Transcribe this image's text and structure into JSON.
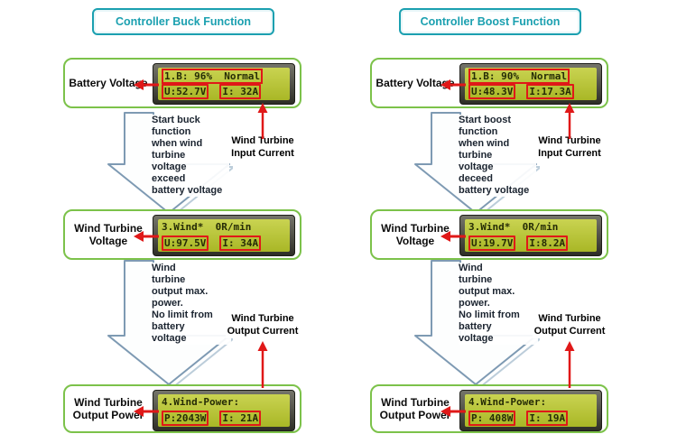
{
  "colors": {
    "teal": "#1ba0b0",
    "green": "#7cc24a",
    "red": "#e01818",
    "lcd-bg": "#b7c43a",
    "lcd-text": "#262c06",
    "arrow-stroke": "#7e9ab3",
    "arrow-shadow": "#bccdda",
    "note": "#1b2430"
  },
  "columns": [
    {
      "title": "Controller Buck Function",
      "panels": [
        {
          "label": "Battery Voltage",
          "lcd": {
            "line1": "1.B: 96%  Normal",
            "val1": "U:52.7V",
            "val2": "I: 32A"
          }
        },
        {
          "label": "Wind Turbine Voltage",
          "lcd": {
            "line1": "3.Wind*  0R/min",
            "val1": "U:97.5V",
            "val2": "I: 34A"
          }
        },
        {
          "label": "Wind Turbine Output Power",
          "lcd": {
            "line1": "4.Wind-Power:",
            "val1": "P:2043W",
            "val2": "I: 21A"
          }
        }
      ],
      "notes": {
        "arrow1": "Start buck\nfunction\nwhen wind\nturbine\nvoltage\nexceed\nbattery voltage",
        "arrow2": "Wind\nturbine\noutput max.\npower.\nNo limit from\nbattery\nvoltage",
        "input_current": "Wind Turbine Input Current",
        "output_current": "Wind Turbine Output Current"
      }
    },
    {
      "title": "Controller Boost Function",
      "panels": [
        {
          "label": "Battery Voltage",
          "lcd": {
            "line1": "1.B: 90%  Normal",
            "val1": "U:48.3V",
            "val2": "I:17.3A"
          }
        },
        {
          "label": "Wind Turbine Voltage",
          "lcd": {
            "line1": "3.Wind*  0R/min",
            "val1": "U:19.7V",
            "val2": "I:8.2A"
          }
        },
        {
          "label": "Wind Turbine Output Power",
          "lcd": {
            "line1": "4.Wind-Power:",
            "val1": "P: 408W",
            "val2": "I: 19A"
          }
        }
      ],
      "notes": {
        "arrow1": "Start boost\nfunction\nwhen wind\nturbine\nvoltage\ndeceed\nbattery voltage",
        "arrow2": "Wind\nturbine\noutput max.\npower.\nNo limit from\nbattery\nvoltage",
        "input_current": "Wind Turbine Input Current",
        "output_current": "Wind Turbine Output Current"
      }
    }
  ]
}
